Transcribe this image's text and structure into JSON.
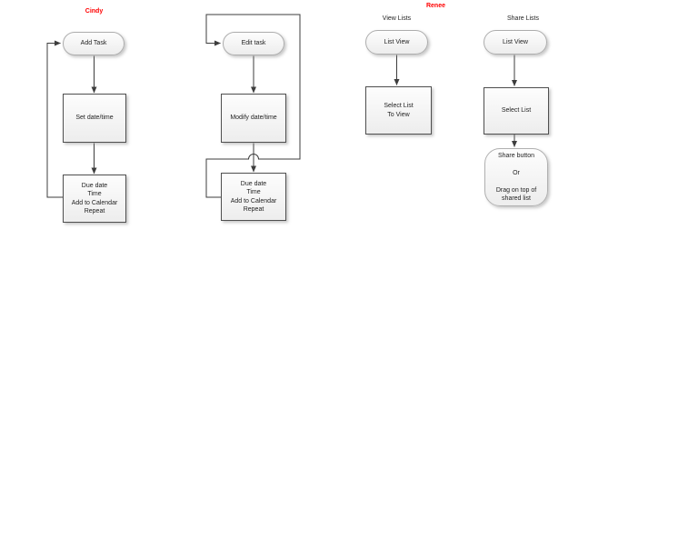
{
  "labels": {
    "cindy": "Cindy",
    "renee": "Renee"
  },
  "flows": {
    "add_task": {
      "owner": "Cindy",
      "start": "Add Task",
      "step1": "Set date/time",
      "step2": "Due date\nTime\nAdd to Calendar\nRepeat"
    },
    "edit_task": {
      "start": "Edit task",
      "step1": "Modify date/time",
      "step2": "Due date\nTime\nAdd to Calendar\nRepeat"
    },
    "view_lists": {
      "title": "View Lists",
      "start": "List View",
      "step1": "Select List\nTo View"
    },
    "share_lists": {
      "title": "Share Lists",
      "start": "List View",
      "step1": "Select List",
      "step2": "Share button\n\nOr\n\nDrag on top of\nshared list"
    }
  },
  "colors": {
    "owner_label": "#ff0000",
    "connector": "#3d3d3d",
    "rect_border": "#4f4f4f",
    "oval_border": "#adadad",
    "shape_fill_top": "#fdfdfd",
    "shape_fill_bottom": "#ededed",
    "text": "#1f1f1f",
    "background": "#ffffff"
  }
}
